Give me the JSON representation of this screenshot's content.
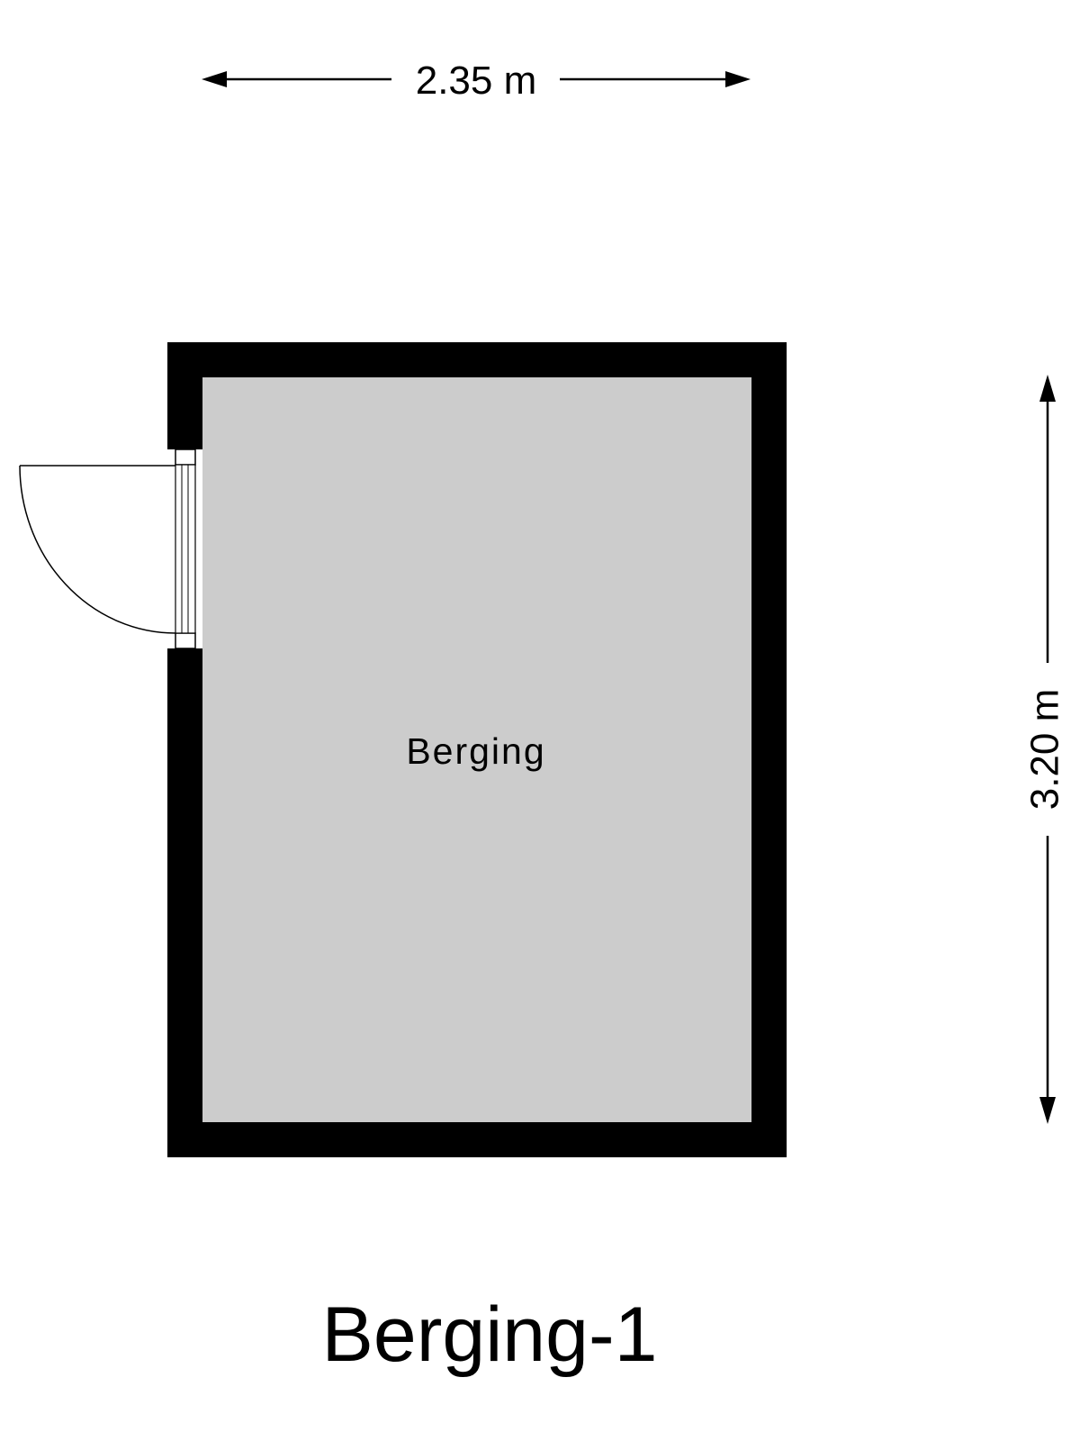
{
  "plan": {
    "title": "Berging-1",
    "room": {
      "name": "Berging",
      "fill_color": "#cccccc"
    },
    "wall_color": "#000000",
    "dimensions": {
      "width": "2.35 m",
      "height": "3.20 m"
    },
    "door": {
      "wall": "left",
      "swing": "outward"
    }
  }
}
